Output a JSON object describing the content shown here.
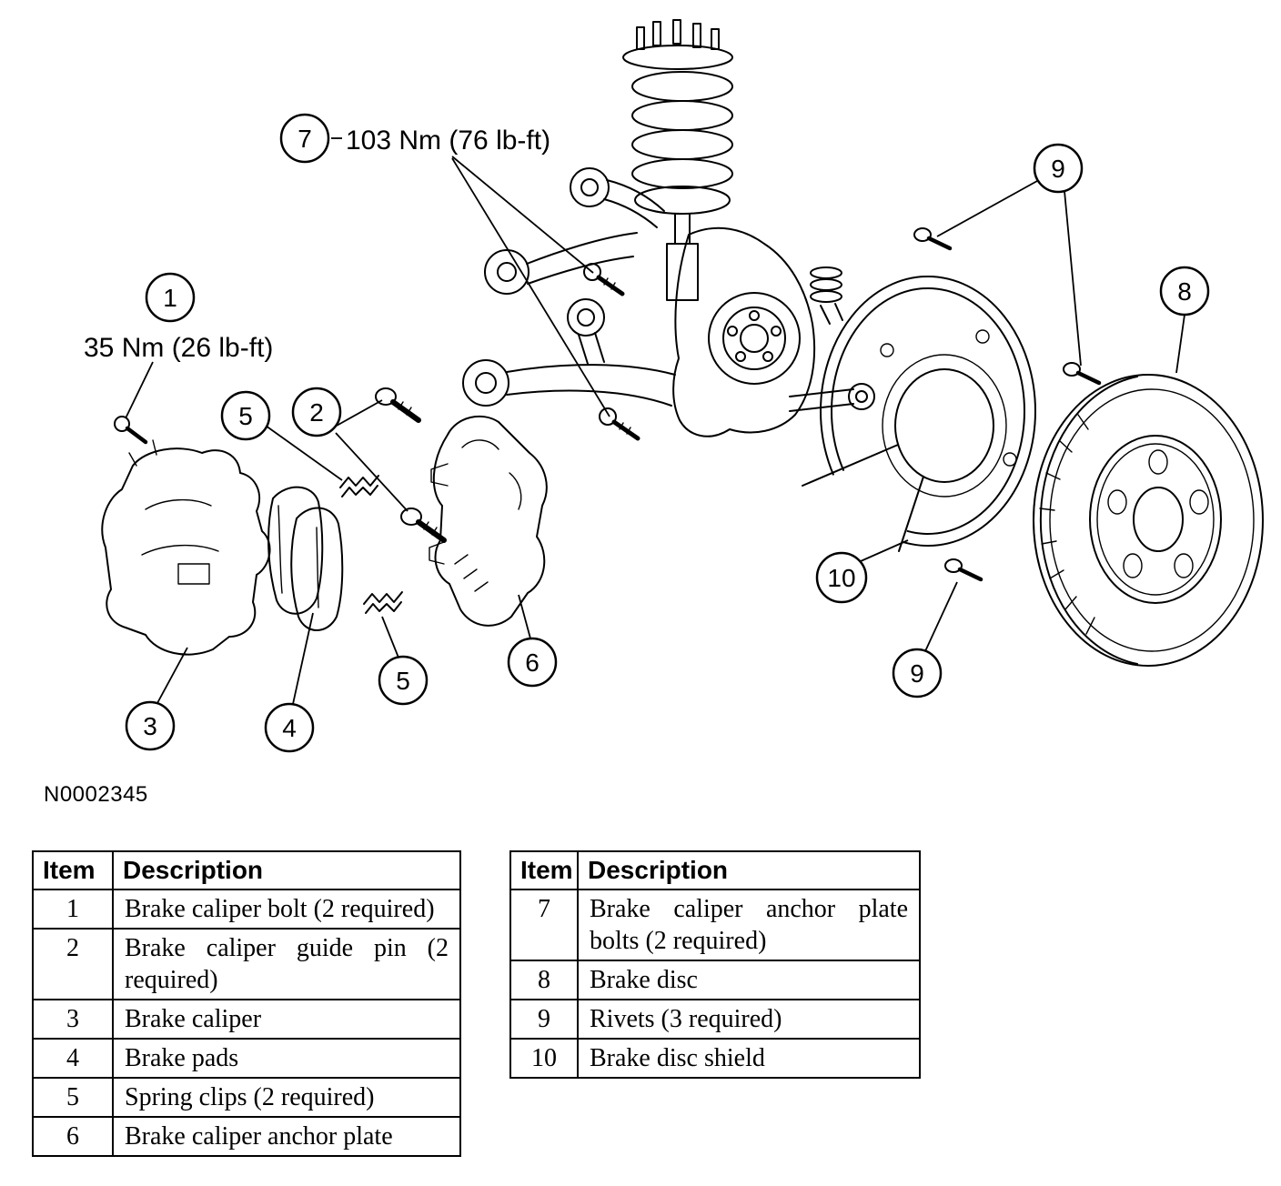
{
  "figure": {
    "code": "N0002345",
    "torque_caliper_anchor": "103 Nm (76 lb-ft)",
    "torque_caliper_bolt": "35 Nm (26 lb-ft)",
    "callouts": {
      "n1": "1",
      "n2": "2",
      "n3": "3",
      "n4": "4",
      "n5": "5",
      "n6": "6",
      "n7": "7",
      "n8": "8",
      "n9": "9",
      "n10": "10"
    }
  },
  "parts_tables": {
    "left": {
      "headers": {
        "item": "Item",
        "description": "Description"
      },
      "rows": [
        {
          "item": "1",
          "description": "Brake caliper bolt (2 required)"
        },
        {
          "item": "2",
          "description": "Brake caliper guide pin (2 required)"
        },
        {
          "item": "3",
          "description": "Brake caliper"
        },
        {
          "item": "4",
          "description": "Brake pads"
        },
        {
          "item": "5",
          "description": "Spring clips (2 required)"
        },
        {
          "item": "6",
          "description": "Brake caliper anchor plate"
        }
      ]
    },
    "right": {
      "headers": {
        "item": "Item",
        "description": "Description"
      },
      "rows": [
        {
          "item": "7",
          "description": "Brake caliper anchor plate bolts (2 required)"
        },
        {
          "item": "8",
          "description": "Brake disc"
        },
        {
          "item": "9",
          "description": "Rivets (3 required)"
        },
        {
          "item": "10",
          "description": "Brake disc shield"
        }
      ]
    }
  }
}
